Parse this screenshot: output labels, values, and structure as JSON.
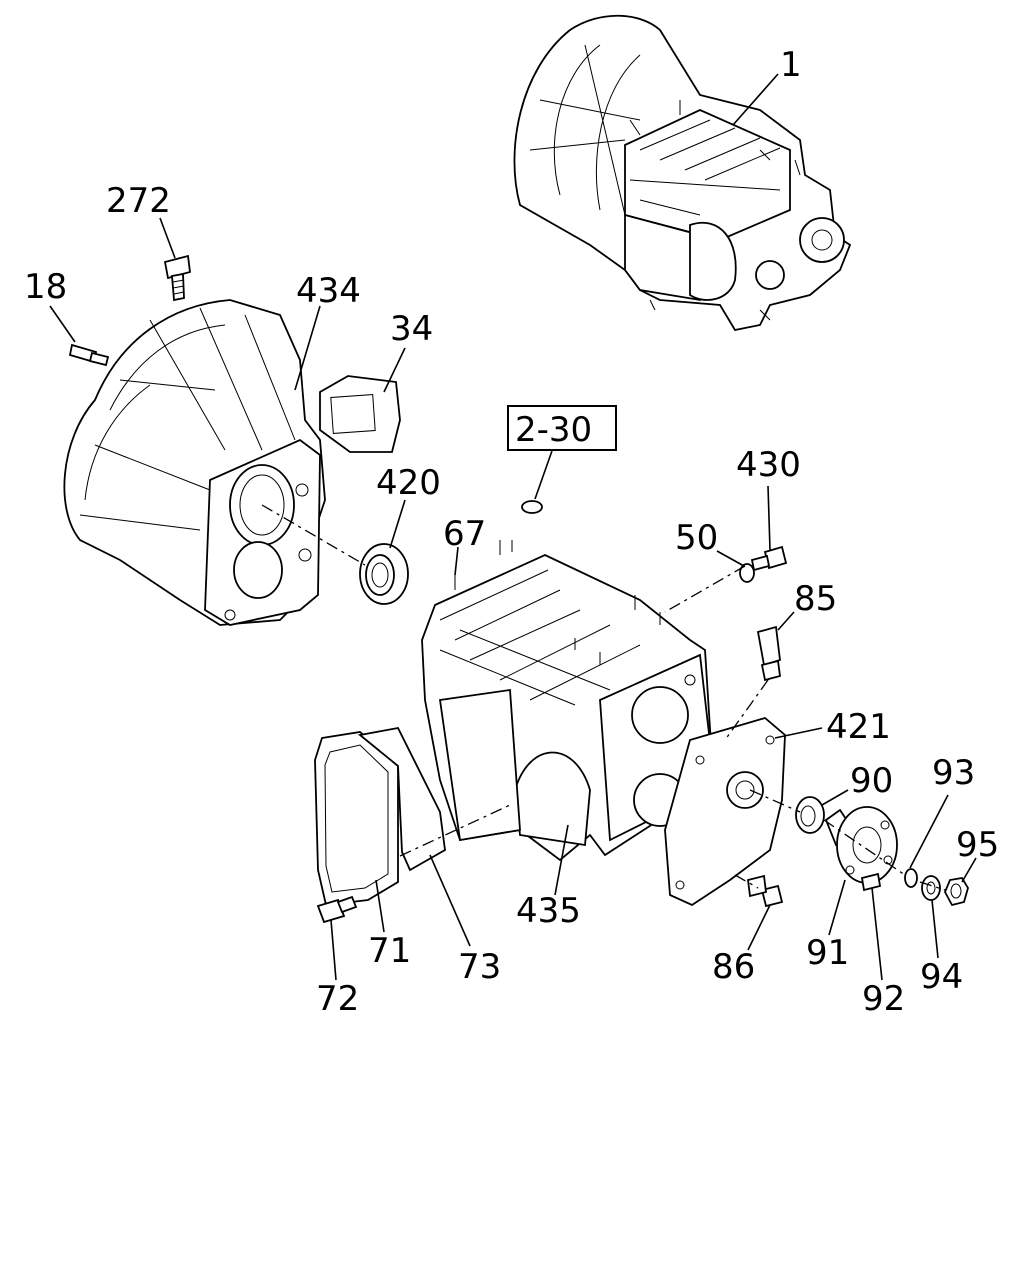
{
  "callouts": {
    "c1": "1",
    "c272": "272",
    "c18": "18",
    "c434": "434",
    "c34": "34",
    "c420": "420",
    "c2_30": "2-30",
    "c67": "67",
    "c50": "50",
    "c430": "430",
    "c85": "85",
    "c421": "421",
    "c90": "90",
    "c93": "93",
    "c95": "95",
    "c435": "435",
    "c71": "71",
    "c73": "73",
    "c72": "72",
    "c86": "86",
    "c91": "91",
    "c92": "92",
    "c94": "94"
  }
}
